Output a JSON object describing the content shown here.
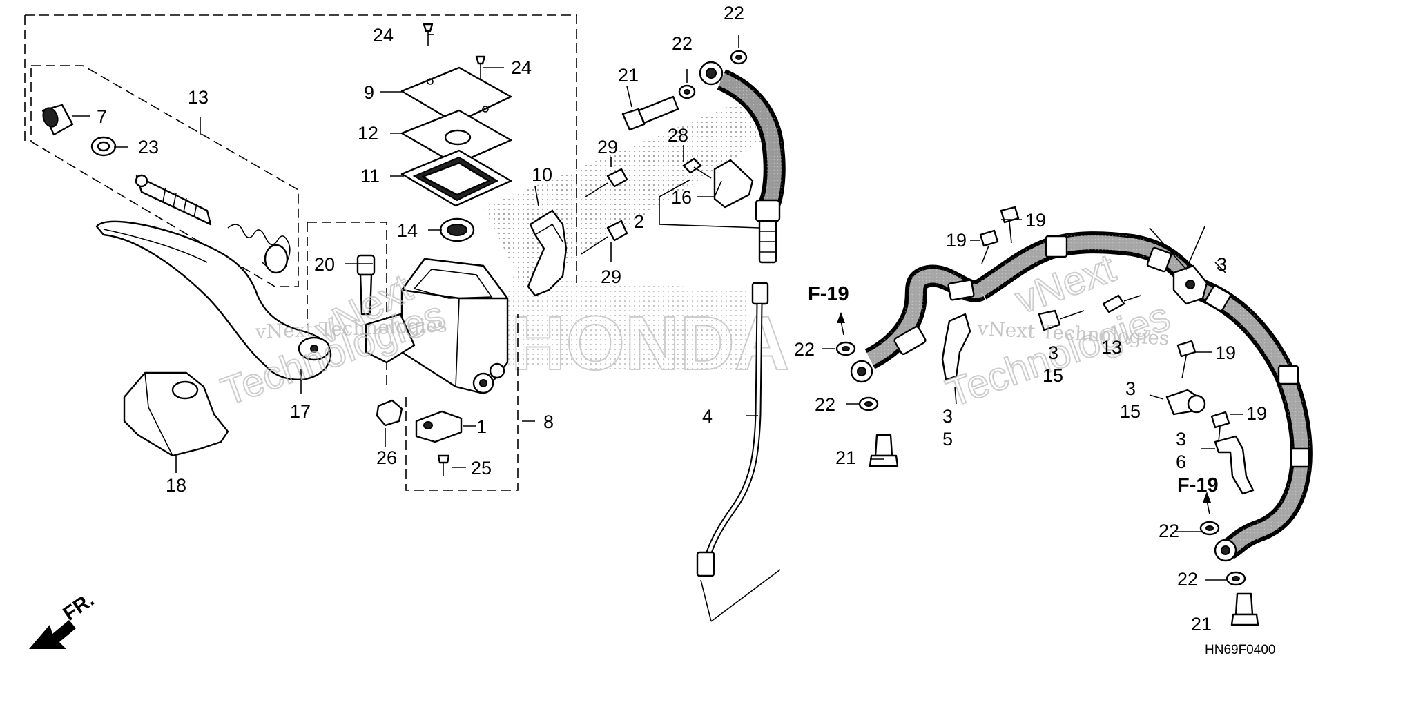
{
  "diagram_code": "HN69F0400",
  "direction_label": "FR.",
  "ref_label": "F-19",
  "watermark": {
    "line1": "vNext",
    "line2": "Technologies",
    "inline": "vNext Technologies"
  },
  "brand_watermark": "HONDA",
  "parts": {
    "p1": "1",
    "p2": "2",
    "p3": "3",
    "p4": "4",
    "p5": "5",
    "p6": "6",
    "p7": "7",
    "p8": "8",
    "p9": "9",
    "p10": "10",
    "p11": "11",
    "p12": "12",
    "p13": "13",
    "p14": "14",
    "p15": "15",
    "p16": "16",
    "p17": "17",
    "p18": "18",
    "p19": "19",
    "p20": "20",
    "p21": "21",
    "p22": "22",
    "p23": "23",
    "p24": "24",
    "p25": "25",
    "p26": "26",
    "p28": "28",
    "p29": "29"
  }
}
